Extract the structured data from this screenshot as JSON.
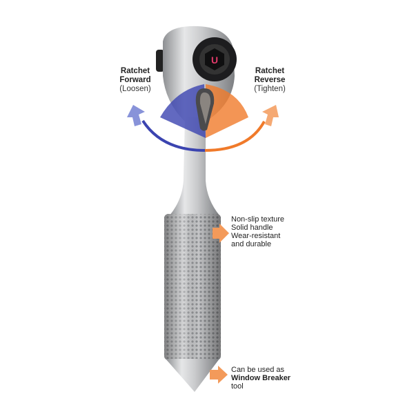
{
  "left_label": {
    "line1": "Ratchet",
    "line2": "Forward",
    "line3": "(Loosen)"
  },
  "right_label": {
    "line1": "Ratchet",
    "line2": "Reverse",
    "line3": "(Tighten)"
  },
  "handle_features": [
    "Non-slip texture",
    "Solid handle",
    "Wear-resistant",
    "and durable"
  ],
  "tip_feature": {
    "line1": "Can be used as",
    "line2": "Window Breaker",
    "line3": "tool"
  },
  "socket_logo": "U",
  "colors": {
    "forward": "#3b44b0",
    "reverse": "#f07a2a",
    "callout_arrow": "#f39a5a"
  }
}
